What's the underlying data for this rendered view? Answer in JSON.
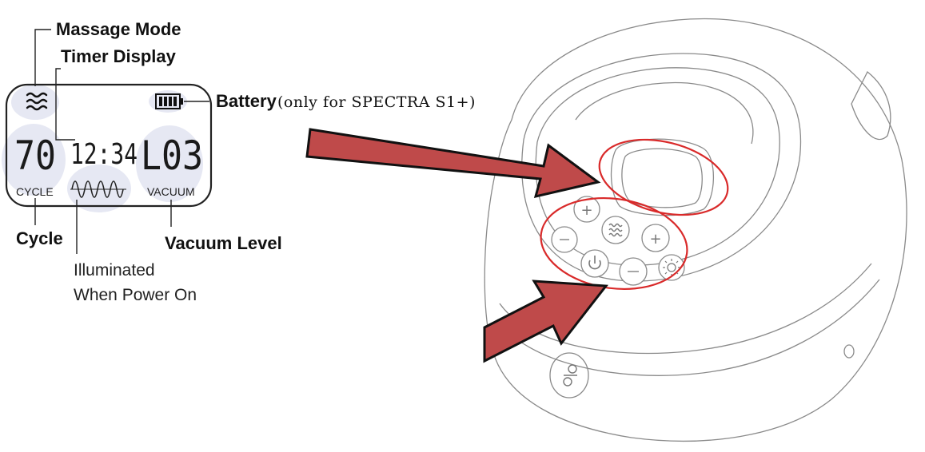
{
  "labels": {
    "massage_mode": "Massage Mode",
    "timer_display": "Timer Display",
    "battery": "Battery",
    "battery_note": "(only for SPECTRA S1+)",
    "cycle": "Cycle",
    "vacuum_level": "Vacuum Level",
    "illuminated_line1": "Illuminated",
    "illuminated_line2": "When Power On"
  },
  "lcd": {
    "cycle_value": "70",
    "timer_value": "12:34",
    "vacuum_value": "L03",
    "cycle_caption": "CYCLE",
    "vacuum_caption": "VACUUM"
  },
  "colors": {
    "arrow_fill": "#bf4a4a",
    "highlight_ring": "#d92a2a",
    "lcd_glow": "#e6e8f3"
  }
}
